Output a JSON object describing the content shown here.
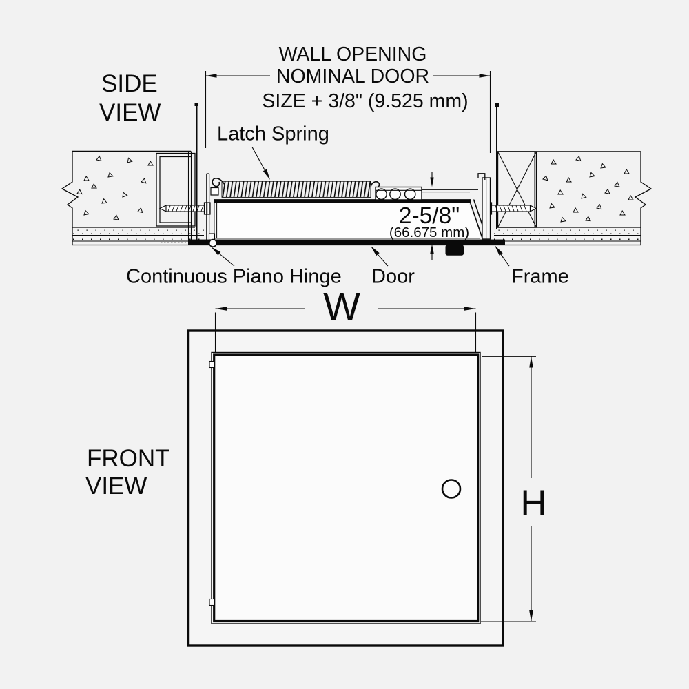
{
  "colors": {
    "background": "#f2f2f2",
    "ink": "#0a0a0a",
    "door_face": "#fbfbfb"
  },
  "side_view": {
    "title_line1": "SIDE",
    "title_line2": "VIEW",
    "dimension_note": {
      "line1": "WALL OPENING",
      "line2": "NOMINAL DOOR",
      "line3": "SIZE + 3/8\" (9.525 mm)"
    },
    "thickness": {
      "value": "2-5/8\"",
      "metric": "(66.675 mm)"
    },
    "callouts": {
      "latch_spring": "Latch Spring",
      "hinge": "Continuous Piano Hinge",
      "door": "Door",
      "frame": "Frame"
    }
  },
  "front_view": {
    "title_line1": "FRONT",
    "title_line2": "VIEW",
    "width_dim": "W",
    "height_dim": "H"
  }
}
